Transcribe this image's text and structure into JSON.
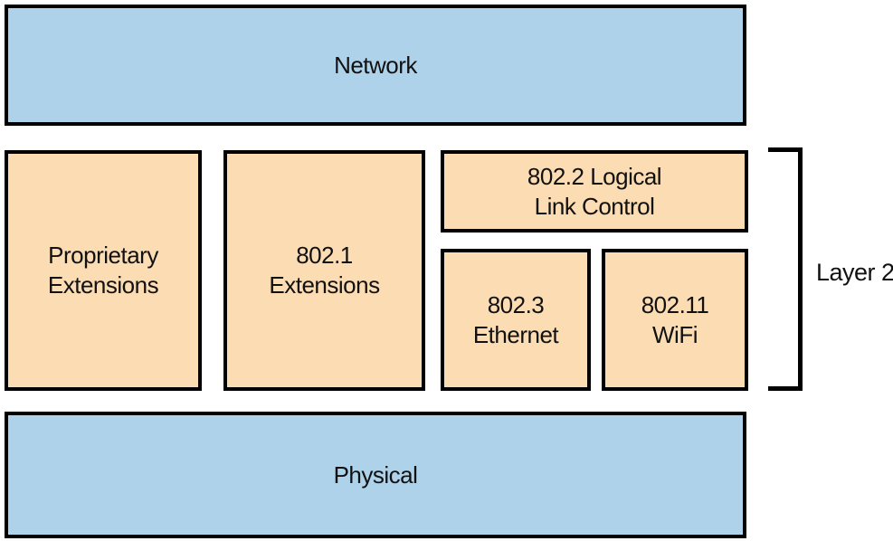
{
  "boxes": {
    "network": {
      "label": "Network",
      "fill": "#aed2ea"
    },
    "proprietary_extensions": {
      "label": "Proprietary\nExtensions",
      "fill": "#fbdcb3"
    },
    "extensions_802_1": {
      "label": "802.1\nExtensions",
      "fill": "#fbdcb3"
    },
    "logical_link_control_802_2": {
      "label": "802.2 Logical\nLink Control",
      "fill": "#fbdcb3"
    },
    "ethernet_802_3": {
      "label": "802.3\nEthernet",
      "fill": "#fbdcb3"
    },
    "wifi_802_11": {
      "label": "802.11\nWiFi",
      "fill": "#fbdcb3"
    },
    "physical": {
      "label": "Physical",
      "fill": "#aed2ea"
    }
  },
  "bracket": {
    "label": "Layer 2"
  },
  "colors": {
    "blue_fill": "#aed2ea",
    "orange_fill": "#fbdcb3",
    "border": "#000000",
    "text": "#111111",
    "background": "#ffffff"
  }
}
